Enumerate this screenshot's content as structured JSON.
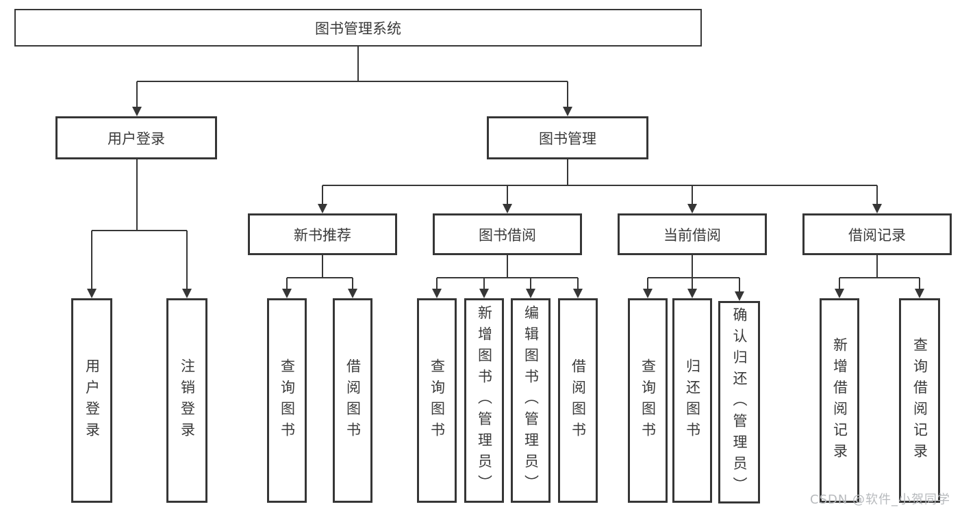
{
  "tree": {
    "root": "图书管理系统",
    "branches": [
      {
        "label": "用户登录",
        "children": [
          {
            "label": "用户登录"
          },
          {
            "label": "注销登录"
          }
        ]
      },
      {
        "label": "图书管理",
        "children": [
          {
            "label": "新书推荐",
            "children": [
              {
                "label": "查询图书"
              },
              {
                "label": "借阅图书"
              }
            ]
          },
          {
            "label": "图书借阅",
            "children": [
              {
                "label": "查询图书"
              },
              {
                "label": "新增图书（管理员）"
              },
              {
                "label": "编辑图书（管理员）"
              },
              {
                "label": "借阅图书"
              }
            ]
          },
          {
            "label": "当前借阅",
            "children": [
              {
                "label": "查询图书"
              },
              {
                "label": "归还图书"
              },
              {
                "label": "确认归还（管理员）"
              }
            ]
          },
          {
            "label": "借阅记录",
            "children": [
              {
                "label": "新增借阅记录"
              },
              {
                "label": "查询借阅记录"
              }
            ]
          }
        ]
      }
    ]
  },
  "watermark": {
    "text": "CSDN @软件_小贺同学"
  },
  "colors": {
    "line": "#363636",
    "box_border": "#363636",
    "text": "#3a3a3a",
    "background": "#ffffff",
    "watermark": "#b7babd"
  }
}
